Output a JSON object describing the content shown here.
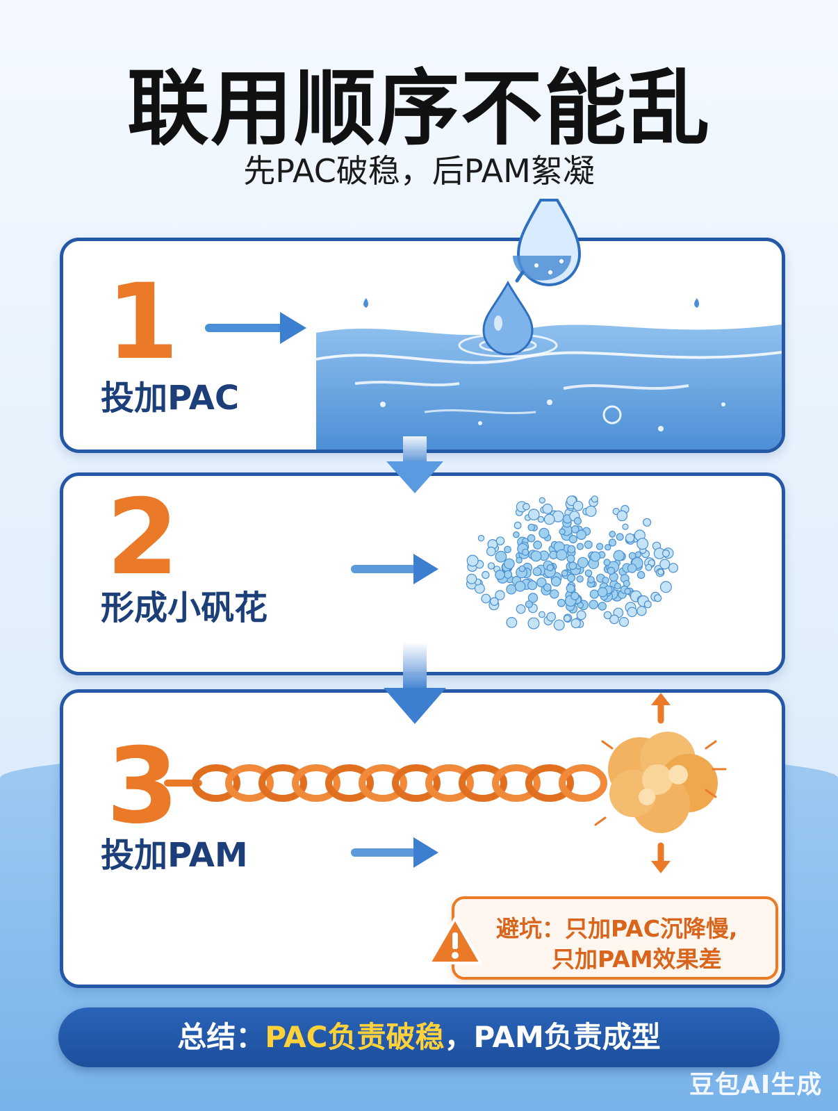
{
  "title": "联用顺序不能乱",
  "subtitle": "先PAC破稳，后PAM絮凝",
  "steps": [
    {
      "number": "1",
      "label": "投加PAC"
    },
    {
      "number": "2",
      "label": "形成小矾花"
    },
    {
      "number": "3",
      "label": "投加PAM"
    }
  ],
  "warning": {
    "line1": "避坑：只加PAC沉降慢,",
    "line2": "只加PAM效果差"
  },
  "summary": {
    "prefix": "总结：",
    "highlight": "PAC负责破稳",
    "suffix": "，PAM负责成型"
  },
  "watermark": "豆包AI生成",
  "colors": {
    "accent_orange": "#ea7a28",
    "card_border": "#2457a6",
    "water_blue": "#6aa7e0",
    "summary_bg": "#1d4f9c",
    "highlight_yellow": "#ffd23c"
  }
}
